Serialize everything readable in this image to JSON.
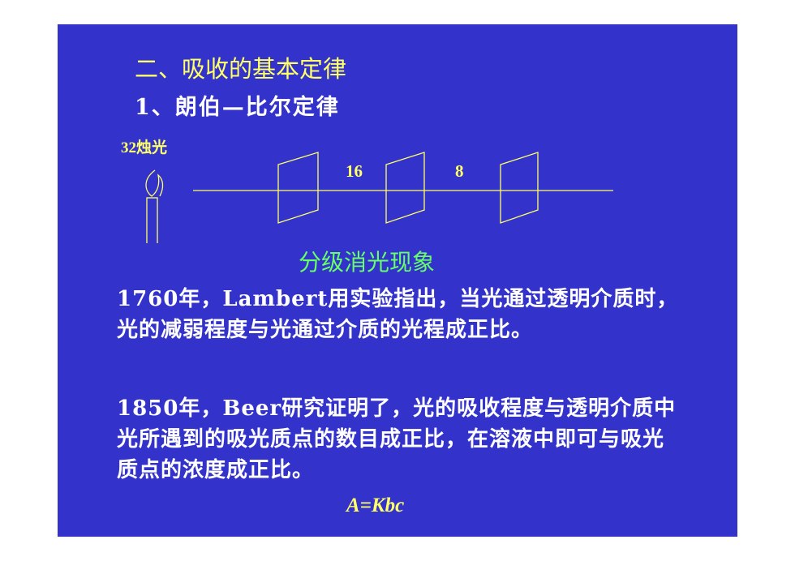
{
  "slide": {
    "heading": "二、吸收的基本定律",
    "subheading": "1、朗伯—比尔定律",
    "diagram": {
      "light_label": "32烛光",
      "value_after_first": "16",
      "value_after_second": "8",
      "caption": "分级消光现象"
    },
    "paragraph1": "1760年，Lambert用实验指出，当光通过透明介质时，光的减弱程度与光通过介质的光程成正比。",
    "paragraph2": "1850年，Beer研究证明了，光的吸收程度与透明介质中光所遇到的吸光质点的数目成正比，在溶液中即可与吸光质点的浓度成正比。",
    "formula": "A=Kbc",
    "colors": {
      "background": "#3333cc",
      "heading": "#ffff66",
      "caption": "#66ff66",
      "text": "#ffffff"
    }
  }
}
